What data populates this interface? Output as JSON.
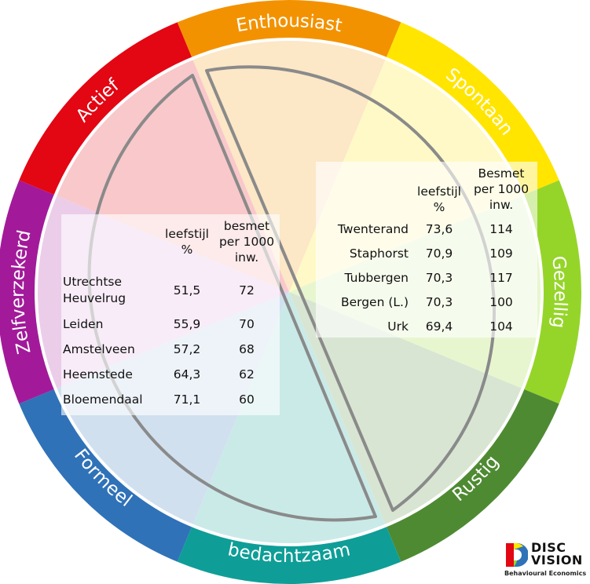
{
  "wheel": {
    "segments": [
      {
        "label": "Enthousiast",
        "color": "#f39200"
      },
      {
        "label": "Spontaan",
        "color": "#ffe500"
      },
      {
        "label": "Gezellig",
        "color": "#95d529"
      },
      {
        "label": "Rustig",
        "color": "#4e8a32"
      },
      {
        "label": "bedachtzaam",
        "color": "#0e9e97"
      },
      {
        "label": "Formeel",
        "color": "#2f72b8"
      },
      {
        "label": "Zelfverzekerd",
        "color": "#a21a9a"
      },
      {
        "label": "Actief",
        "color": "#e30613"
      }
    ]
  },
  "table_left": {
    "header_col2": [
      "leefstijl",
      "%"
    ],
    "header_col3": [
      "besmet",
      "per 1000",
      "inw."
    ],
    "rows": [
      {
        "name_lines": [
          "Utrechtse",
          "Heuvelrug"
        ],
        "pct": "51,5",
        "infected": "72"
      },
      {
        "name_lines": [
          "Leiden"
        ],
        "pct": "55,9",
        "infected": "70"
      },
      {
        "name_lines": [
          "Amstelveen"
        ],
        "pct": "57,2",
        "infected": "68"
      },
      {
        "name_lines": [
          "Heemstede"
        ],
        "pct": "64,3",
        "infected": "62"
      },
      {
        "name_lines": [
          "Bloemendaal"
        ],
        "pct": "71,1",
        "infected": "60"
      }
    ]
  },
  "table_right": {
    "header_col2": [
      "leefstijl",
      "%"
    ],
    "header_col3": [
      "Besmet",
      "per 1000",
      "inw."
    ],
    "rows": [
      {
        "name": "Twenterand",
        "pct": "73,6",
        "infected": "114"
      },
      {
        "name": "Staphorst",
        "pct": "70,9",
        "infected": "109"
      },
      {
        "name": "Tubbergen",
        "pct": "70,3",
        "infected": "117"
      },
      {
        "name": "Bergen (L.)",
        "pct": "70,3",
        "infected": "100"
      },
      {
        "name": "Urk",
        "pct": "69,4",
        "infected": "104"
      }
    ]
  },
  "logo": {
    "line1": "DISC",
    "line2": "VISION",
    "subtitle": "Behavioural Economics"
  }
}
